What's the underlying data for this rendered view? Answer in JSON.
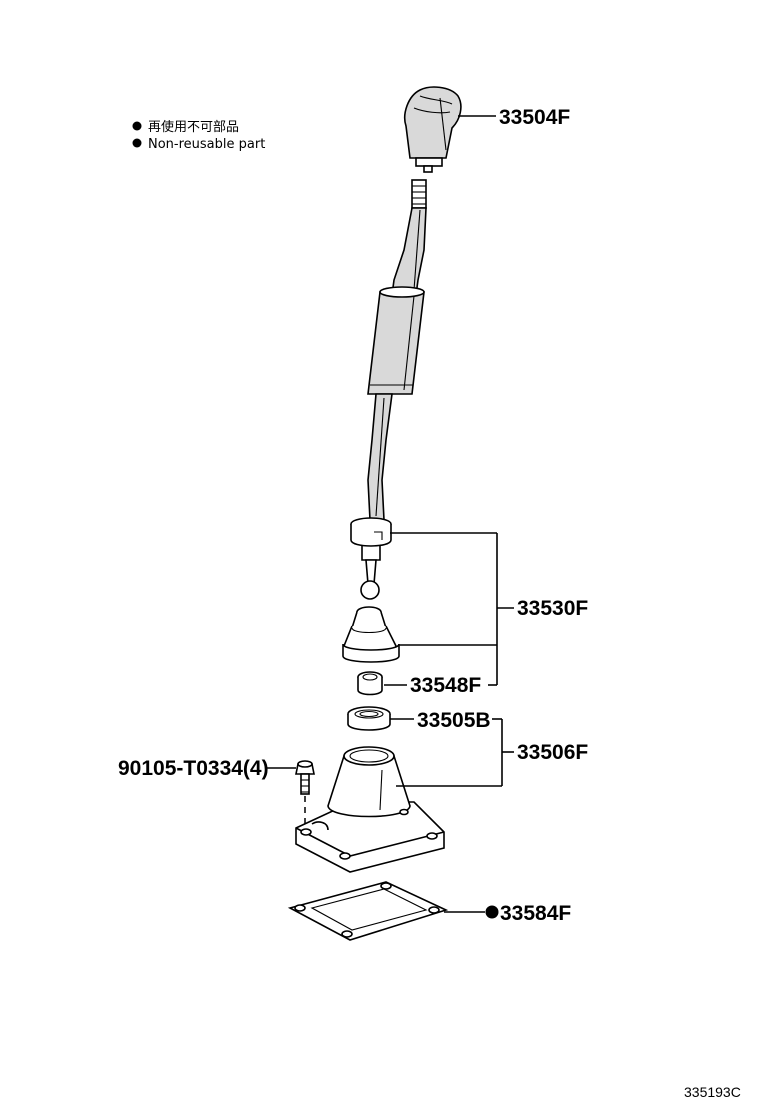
{
  "legend": {
    "bullet_symbol": "●",
    "line1": "再使用不可部品",
    "line2": "Non-reusable part"
  },
  "parts": {
    "p33504f": "33504F",
    "p33530f": "33530F",
    "p33548f": "33548F",
    "p33505b": "33505B",
    "p33506f": "33506F",
    "p90105": "90105-T0334(4)",
    "p33584f": "33584F"
  },
  "figure_number": "335193C",
  "colors": {
    "line": "#000000",
    "shade": "#d9d9d9",
    "background": "#ffffff"
  }
}
